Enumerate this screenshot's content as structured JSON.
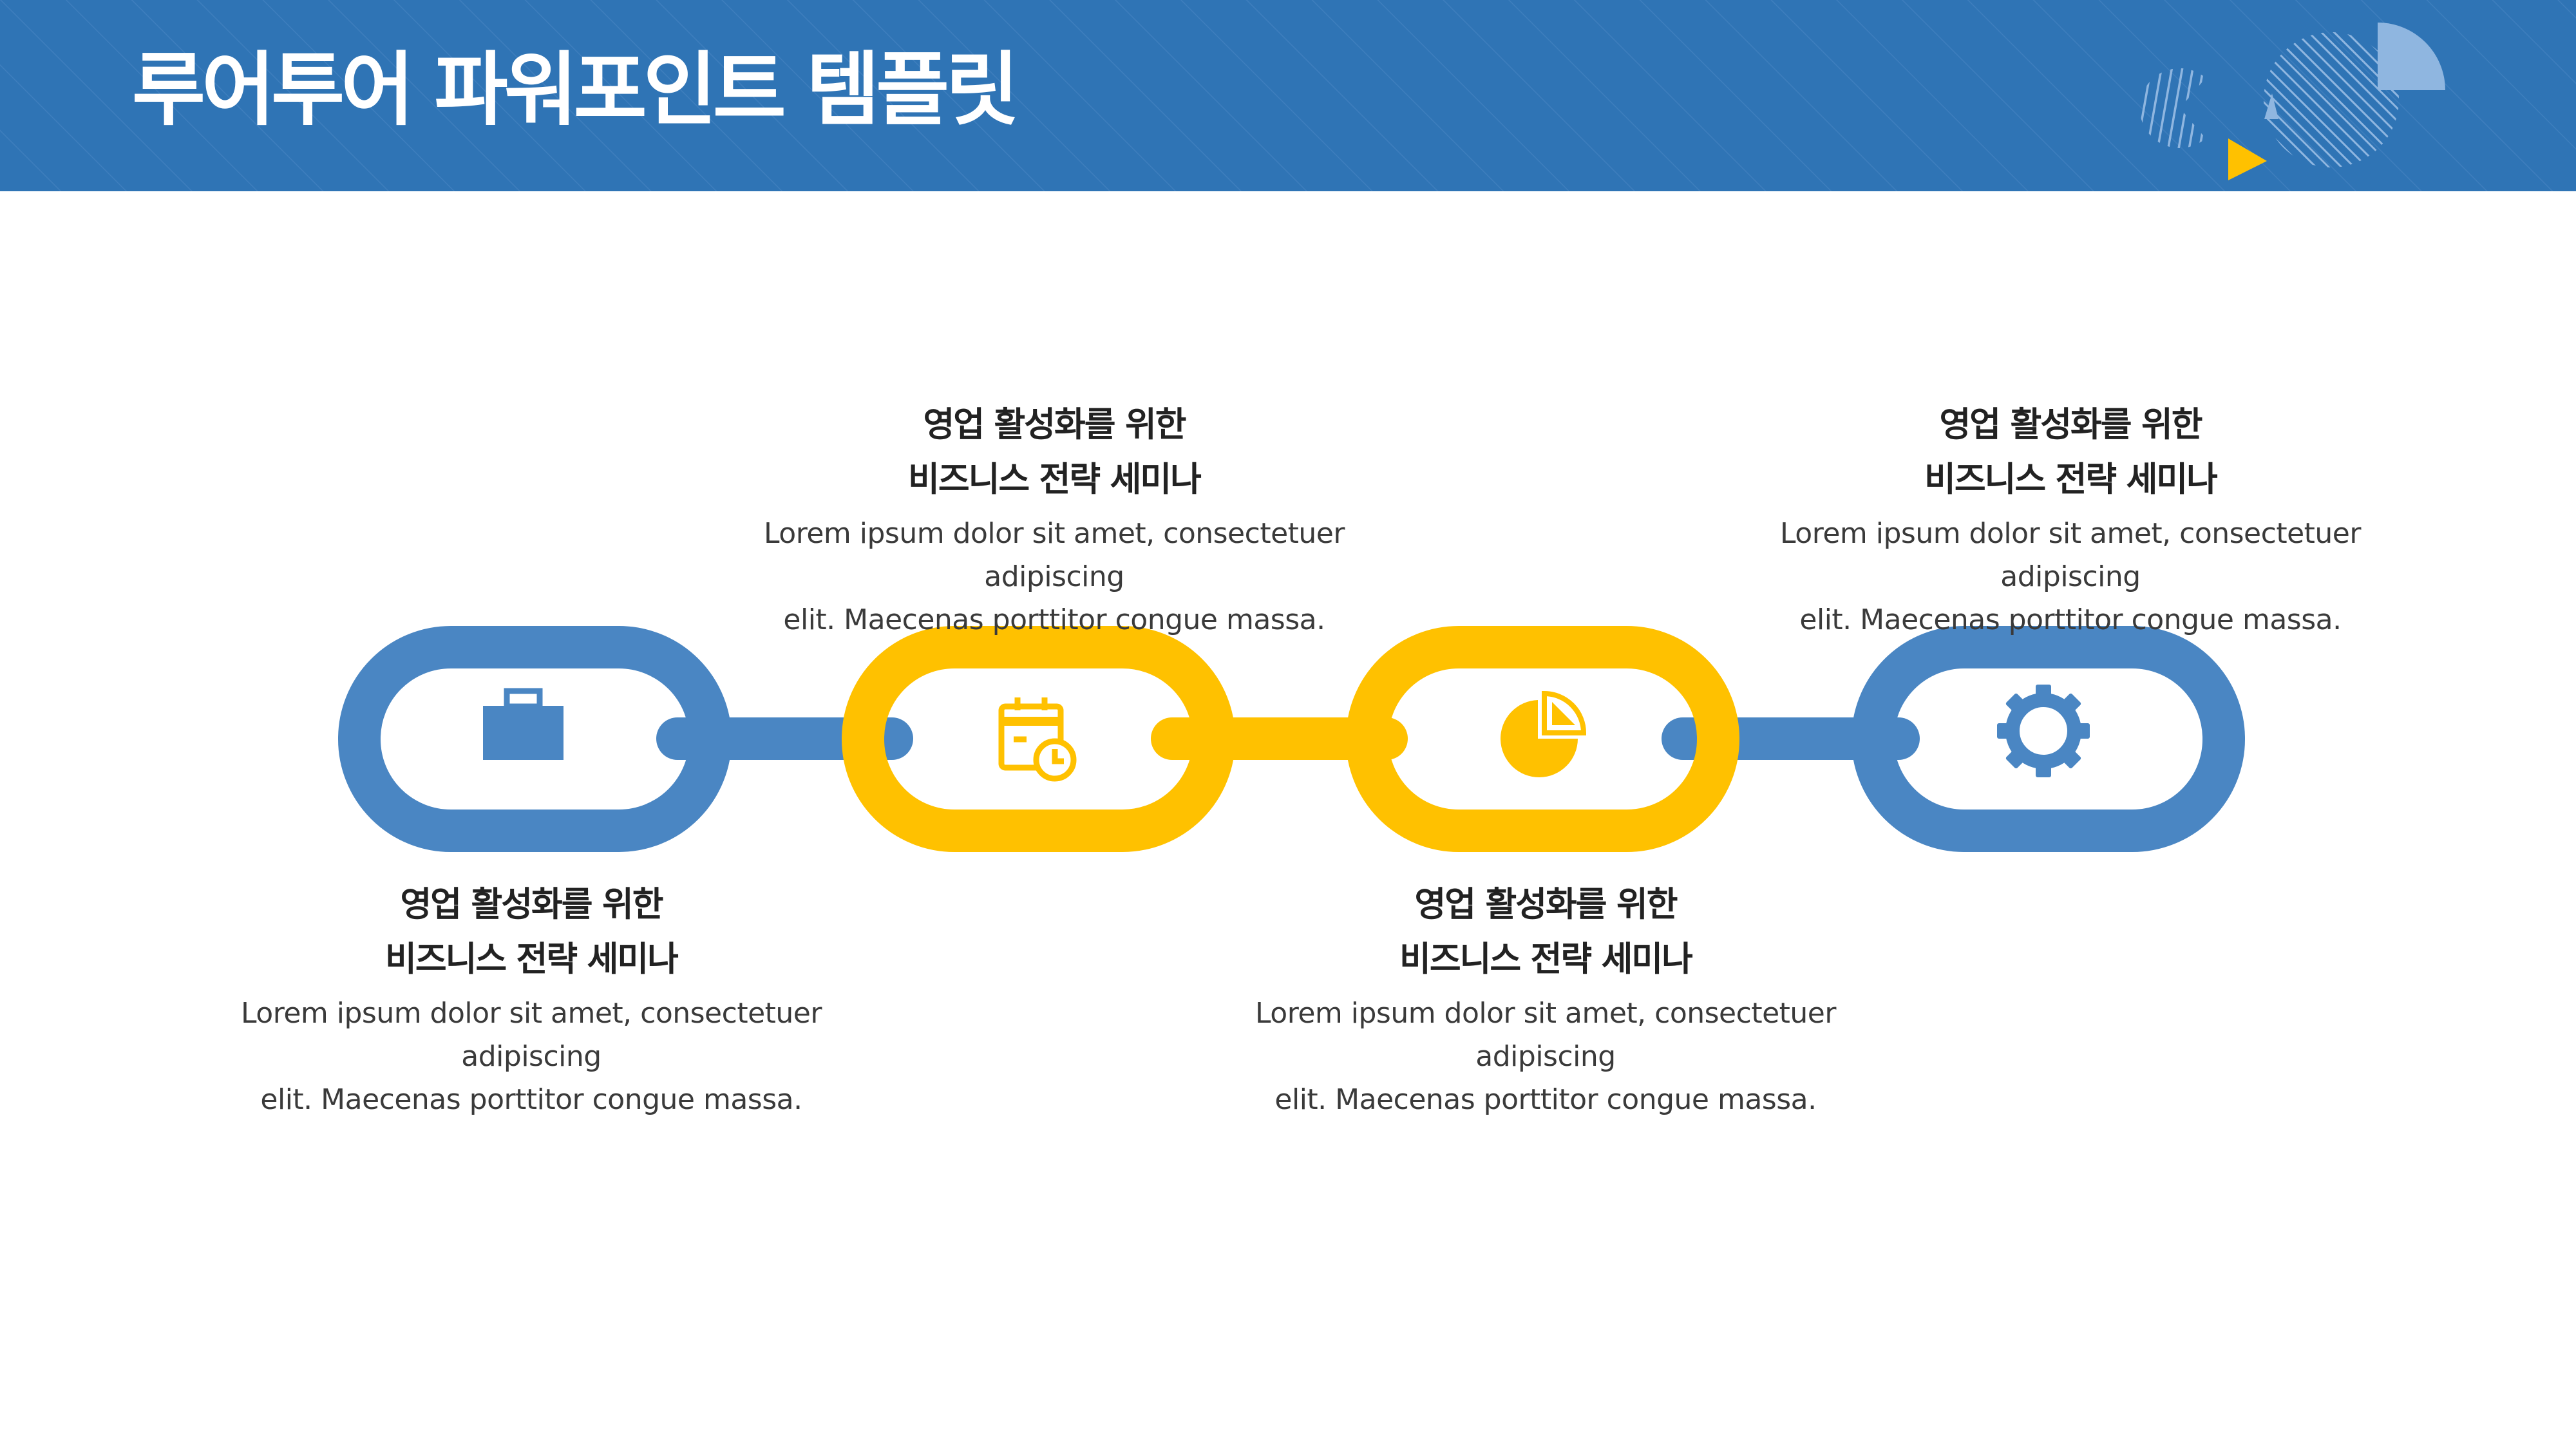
{
  "header": {
    "title": "루어투어 파워포인트 템플릿",
    "color": "#2f74b5"
  },
  "colors": {
    "blue": "#4a86c3",
    "yellow": "#ffc100",
    "text": "#222222"
  },
  "chain": {
    "links": [
      {
        "icon": "briefcase-icon",
        "color": "#4a86c3"
      },
      {
        "icon": "calendar-clock-icon",
        "color": "#ffc100"
      },
      {
        "icon": "pie-chart-icon",
        "color": "#ffc100"
      },
      {
        "icon": "gear-icon",
        "color": "#4a86c3"
      }
    ]
  },
  "items": [
    {
      "heading_line1": "영업 활성화를 위한",
      "heading_line2": "비즈니스 전략 세미나",
      "body_line1": "Lorem ipsum dolor sit amet, consectetuer adipiscing",
      "body_line2": "elit. Maecenas porttitor congue massa."
    },
    {
      "heading_line1": "영업 활성화를 위한",
      "heading_line2": "비즈니스 전략 세미나",
      "body_line1": "Lorem ipsum dolor sit amet, consectetuer adipiscing",
      "body_line2": "elit. Maecenas porttitor congue massa."
    },
    {
      "heading_line1": "영업 활성화를 위한",
      "heading_line2": "비즈니스 전략 세미나",
      "body_line1": "Lorem ipsum dolor sit amet, consectetuer adipiscing",
      "body_line2": "elit. Maecenas porttitor congue massa."
    },
    {
      "heading_line1": "영업 활성화를 위한",
      "heading_line2": "비즈니스 전략 세미나",
      "body_line1": "Lorem ipsum dolor sit amet, consectetuer adipiscing",
      "body_line2": "elit. Maecenas porttitor congue massa."
    }
  ]
}
